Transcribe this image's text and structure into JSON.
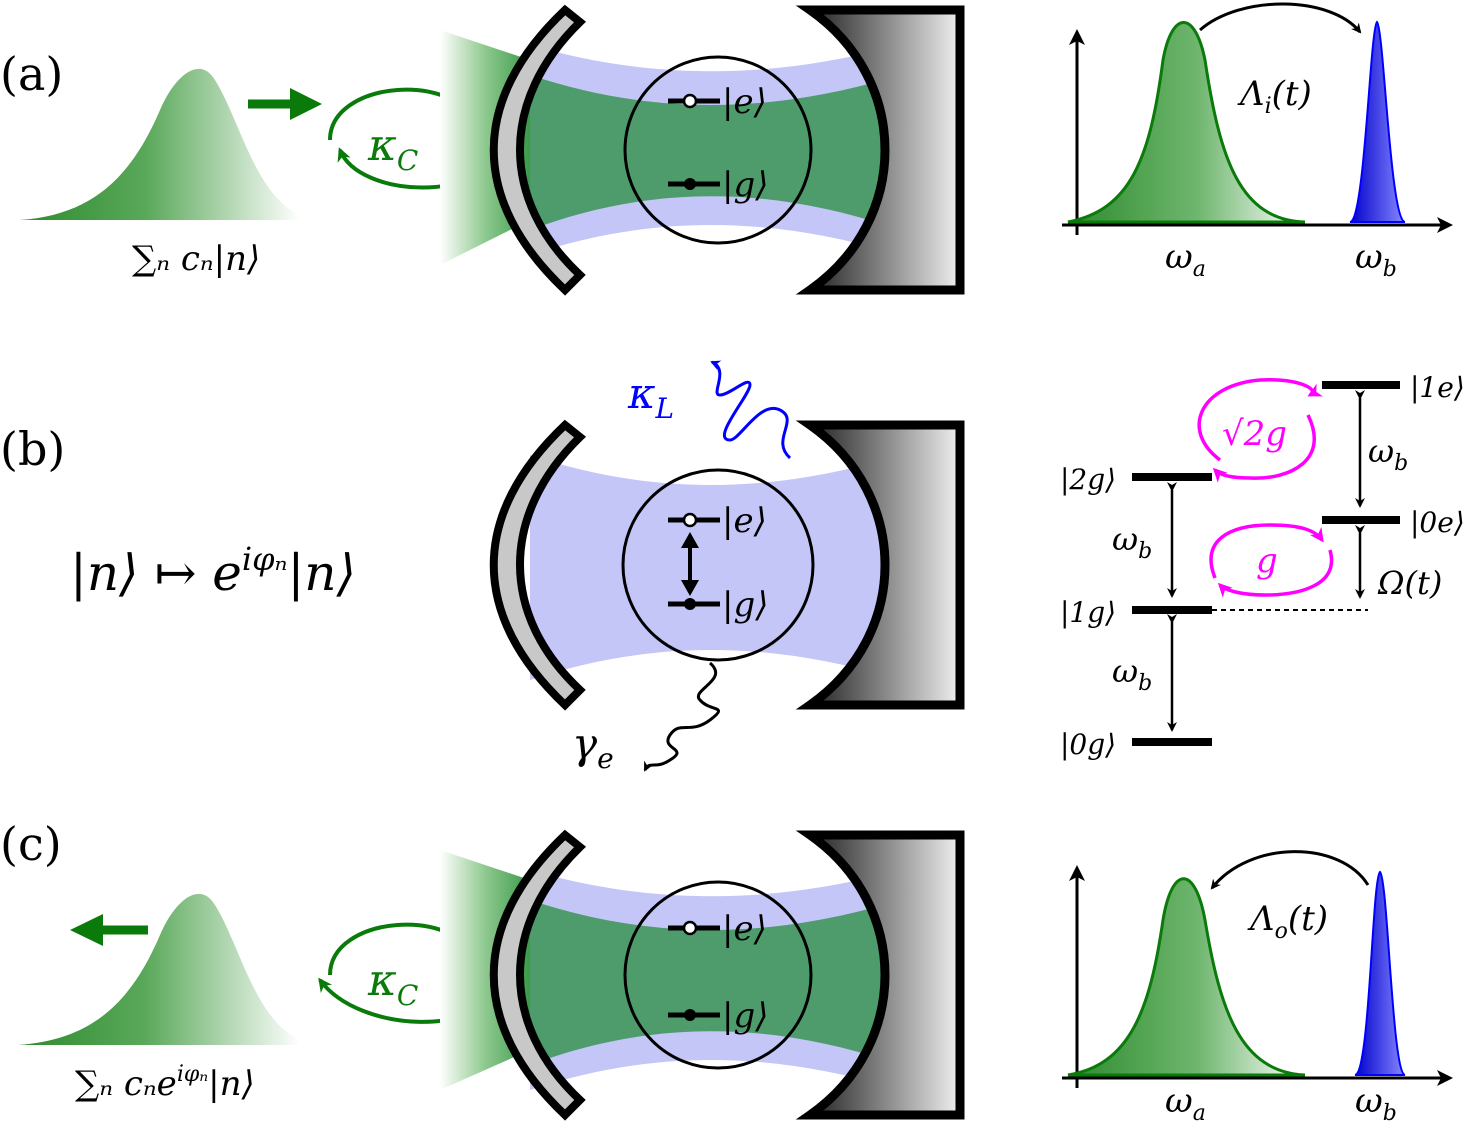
{
  "colors": {
    "green": "#0a7a0a",
    "green_fill": "#2e8b45",
    "cavity_blue": "#c4c6f7",
    "blue": "#0000ff",
    "magenta": "#ff00ff",
    "black": "#000000",
    "mirror_gray": "#c8c8c8"
  },
  "panels": {
    "a": {
      "label": "(a)",
      "pulse_label": "∑ₙ cₙ|n⟩",
      "coupling_label": "κ",
      "coupling_sub": "C",
      "atom_excited": "|e⟩",
      "atom_ground": "|g⟩",
      "spectrum_transfer_label": "Λ",
      "spectrum_transfer_sub": "i",
      "spectrum_transfer_arg": "(t)",
      "omega_a": "ω",
      "omega_a_sub": "a",
      "omega_b": "ω",
      "omega_b_sub": "b"
    },
    "b": {
      "label": "(b)",
      "phase_map": "|n⟩ ↦ e",
      "phase_map_exp": "iφₙ",
      "phase_map_tail": "|n⟩",
      "leak_label": "κ",
      "leak_sub": "L",
      "decay_label": "γ",
      "decay_sub": "e",
      "atom_excited": "|e⟩",
      "atom_ground": "|g⟩",
      "levels": {
        "l1e": "|1e⟩",
        "l0e": "|0e⟩",
        "l2g": "|2g⟩",
        "l1g": "|1g⟩",
        "l0g": "|0g⟩"
      },
      "omega_b": "ω",
      "omega_b_sub": "b",
      "rabi_label": "Ω(t)",
      "coupling_sqrt": "√2",
      "coupling_g": "g",
      "coupling_g2": "g"
    },
    "c": {
      "label": "(c)",
      "pulse_label": "∑ₙ cₙe",
      "pulse_label_exp": "iφₙ",
      "pulse_label_tail": "|n⟩",
      "coupling_label": "κ",
      "coupling_sub": "C",
      "atom_excited": "|e⟩",
      "atom_ground": "|g⟩",
      "spectrum_transfer_label": "Λ",
      "spectrum_transfer_sub": "o",
      "spectrum_transfer_arg": "(t)",
      "omega_a": "ω",
      "omega_a_sub": "a",
      "omega_b": "ω",
      "omega_b_sub": "b"
    }
  }
}
